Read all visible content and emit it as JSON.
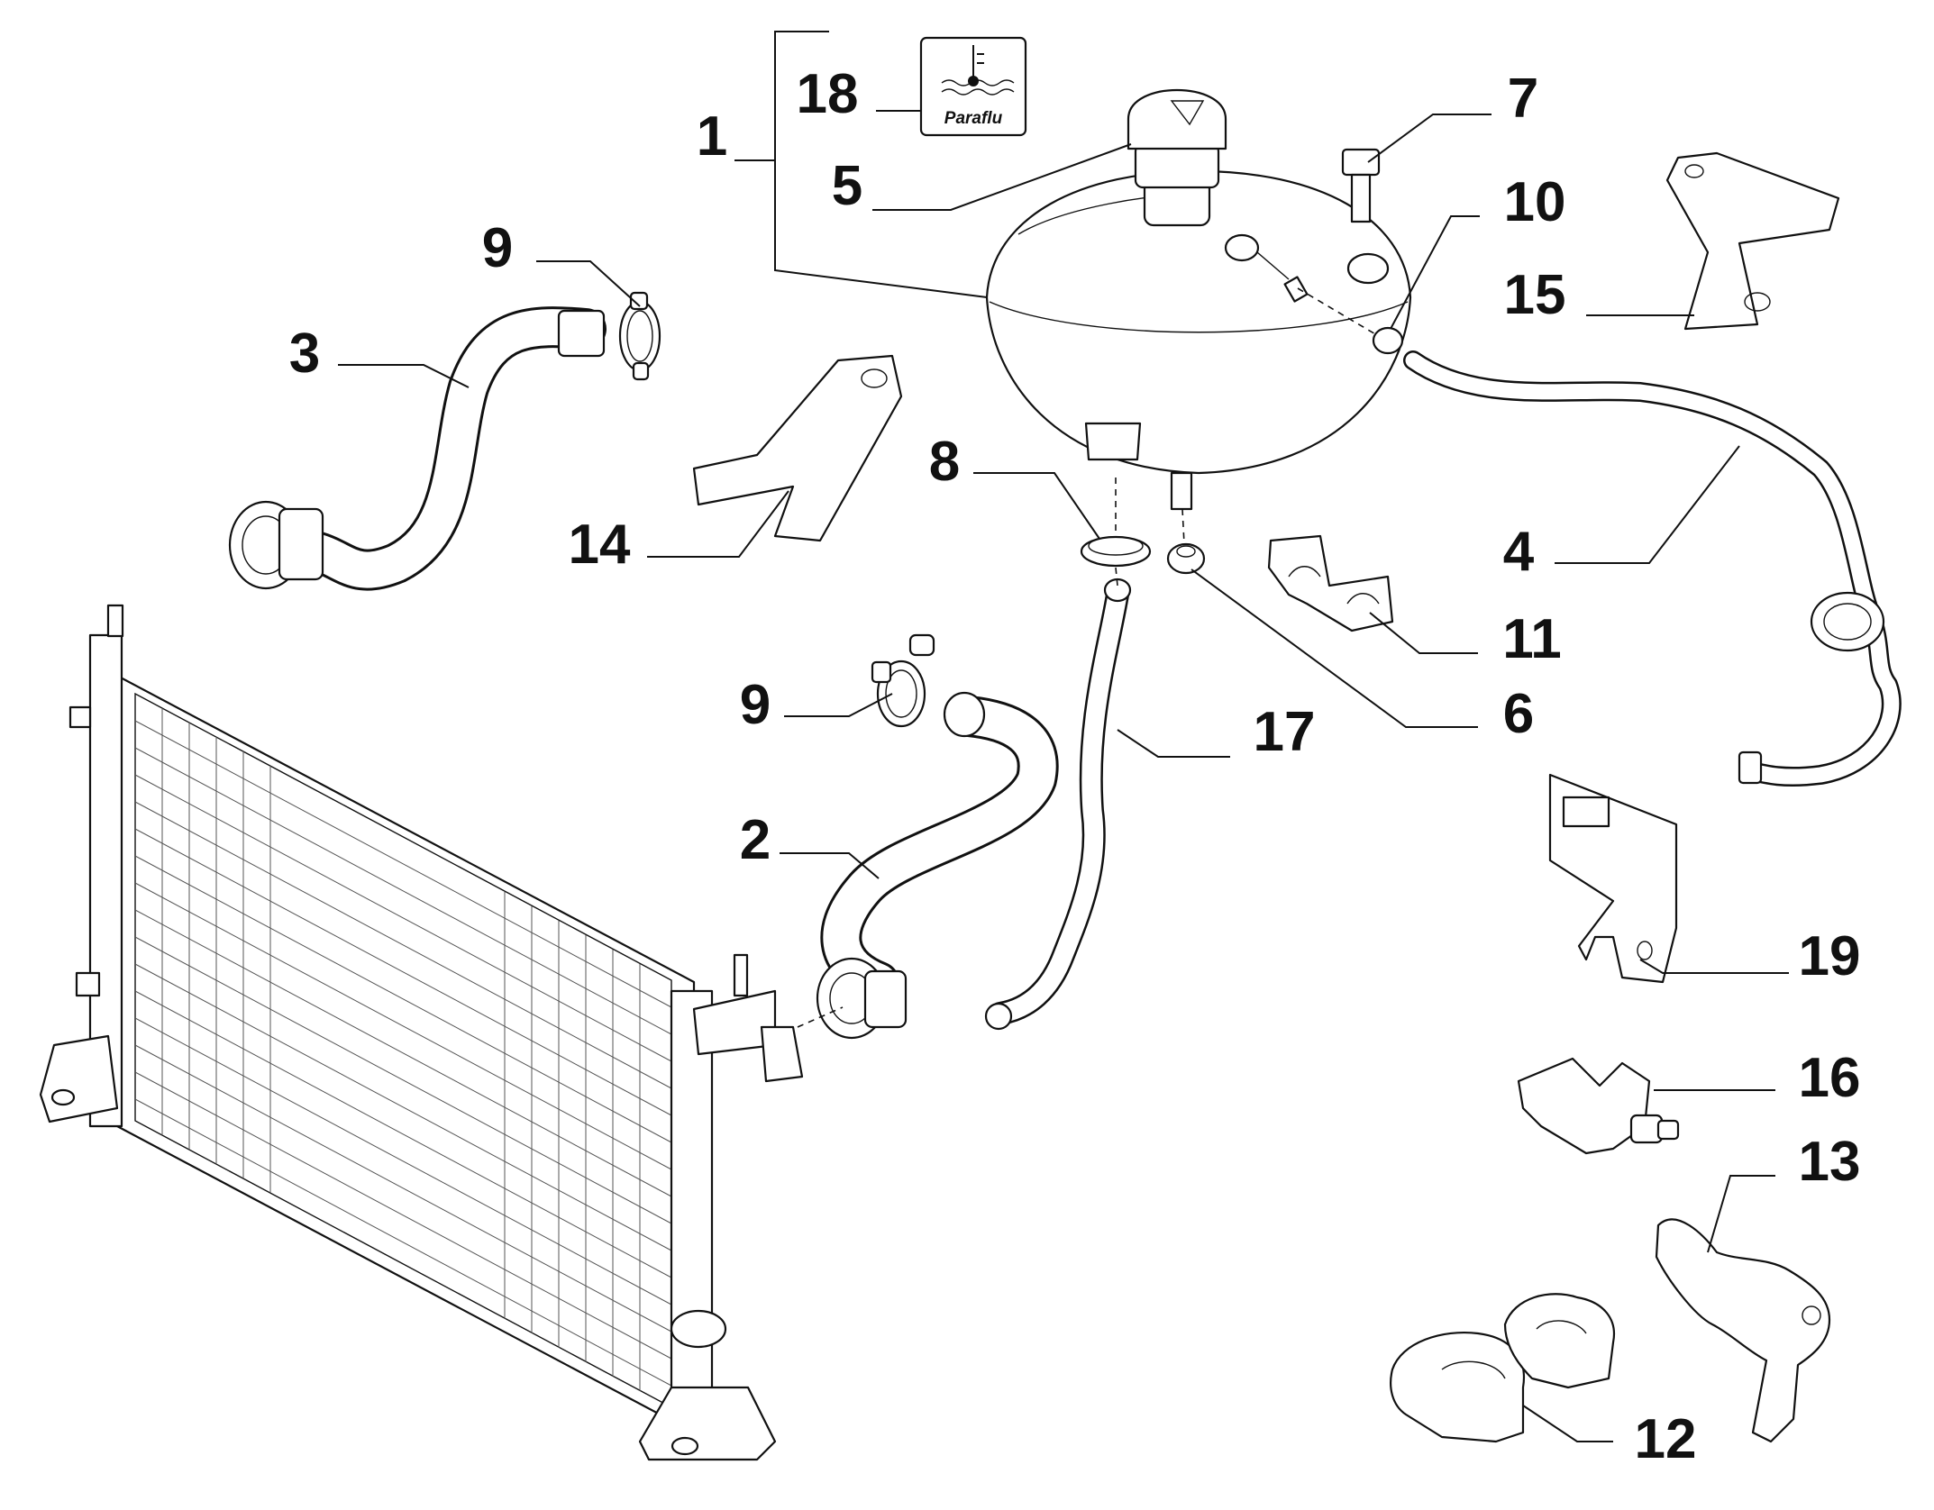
{
  "diagram": {
    "callouts": {
      "c1": "1",
      "c2": "2",
      "c3": "3",
      "c4": "4",
      "c5": "5",
      "c6": "6",
      "c7": "7",
      "c8": "8",
      "c9a": "9",
      "c9b": "9",
      "c10": "10",
      "c11": "11",
      "c12": "12",
      "c13": "13",
      "c14": "14",
      "c15": "15",
      "c16": "16",
      "c17": "17",
      "c18": "18",
      "c19": "19"
    },
    "coolant_badge": {
      "text": "Paraflu",
      "icon": "thermometer-coolant-icon"
    }
  }
}
